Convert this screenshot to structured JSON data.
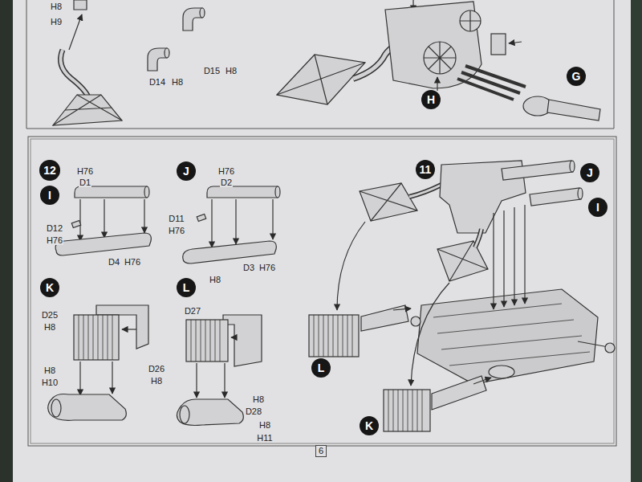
{
  "diagram": {
    "nodes": [
      {
        "text": [
          "G"
        ]
      },
      {
        "text": [
          "H"
        ]
      },
      {
        "text": [
          "12"
        ]
      },
      {
        "text": [
          "I"
        ]
      },
      {
        "text": [
          "J"
        ]
      },
      {
        "text": [
          "K"
        ]
      },
      {
        "text": [
          "L"
        ]
      },
      {
        "text": [
          "11"
        ]
      },
      {
        "text": [
          "J"
        ]
      },
      {
        "text": [
          "I"
        ]
      },
      {
        "text": [
          "L"
        ]
      },
      {
        "text": [
          "K"
        ]
      },
      {
        "text": [
          "6"
        ]
      }
    ],
    "labels": [
      "H8",
      "H9",
      "D14",
      "H8",
      "D15",
      "H8",
      "H76",
      "D1",
      "D12",
      "H76",
      "D4",
      "H76",
      "H76",
      "D2",
      "D11",
      "H76",
      "D3",
      "H76",
      "D25",
      "H8",
      "D26",
      "H8",
      "H8",
      "H10",
      "H8",
      "D27",
      "H8",
      "D28",
      "H8",
      "H11"
    ]
  }
}
